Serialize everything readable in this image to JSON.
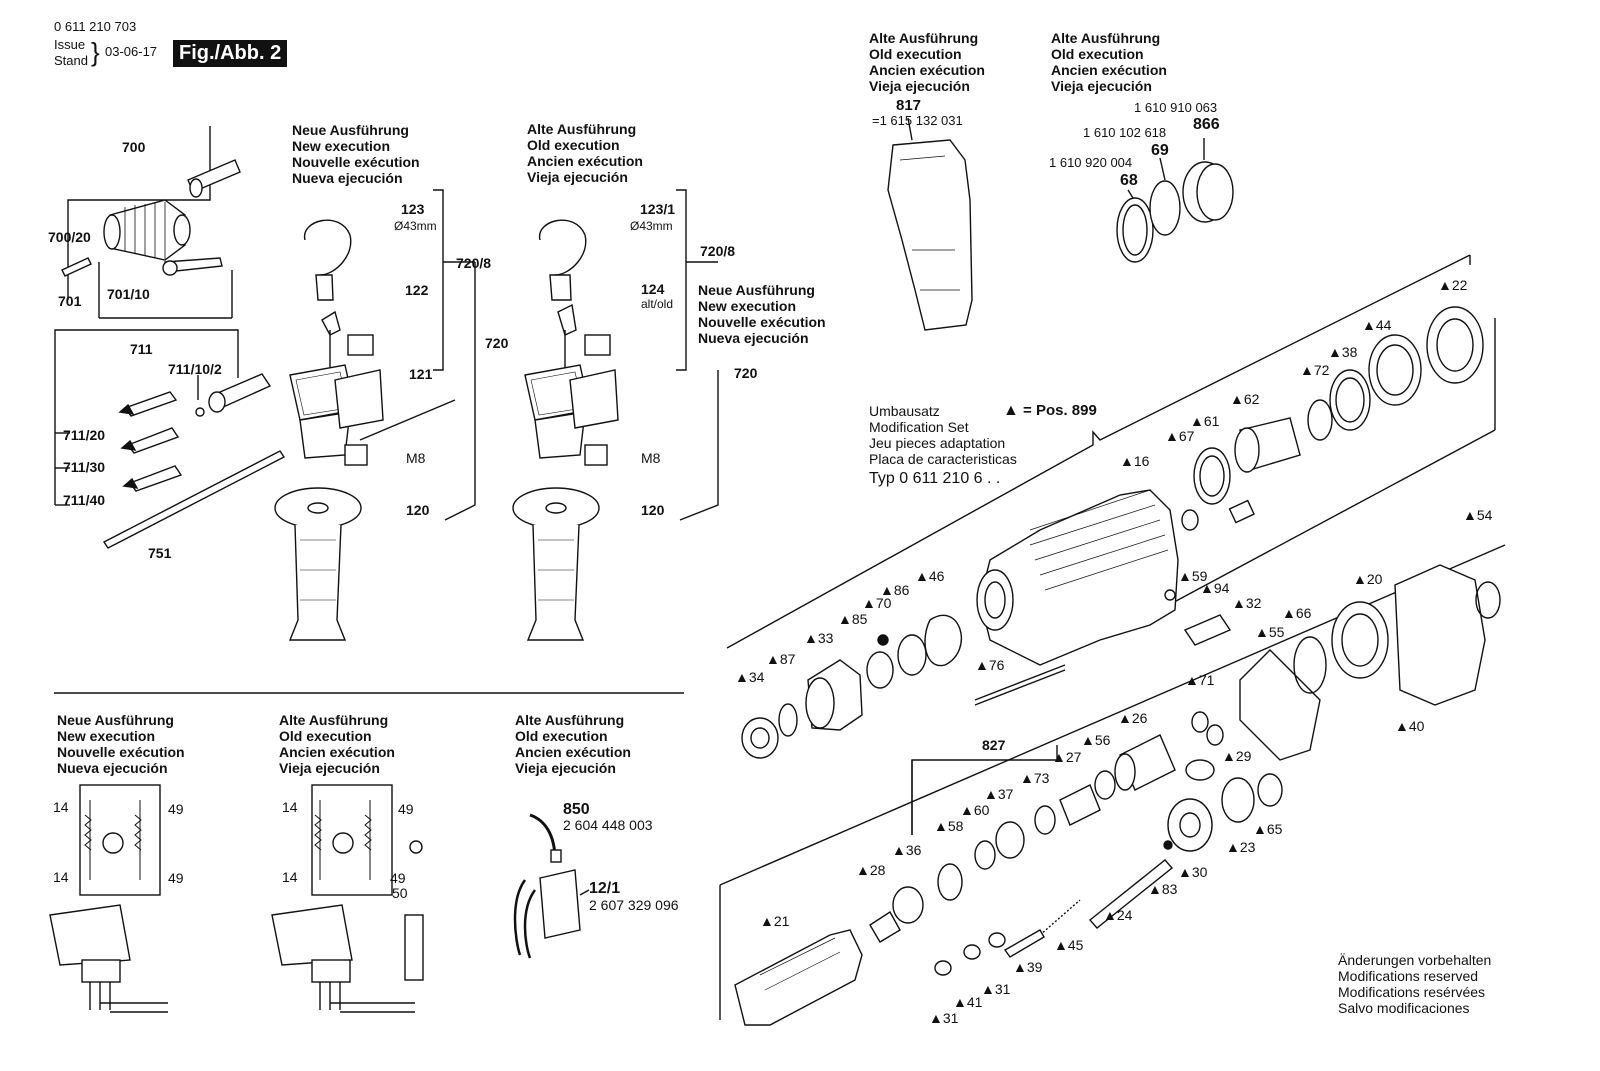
{
  "header": {
    "doc_number": "0 611 210 703",
    "issue_label": "Issue",
    "stand_label": "Stand",
    "date": "03-06-17",
    "figure": "Fig./Abb. 2"
  },
  "execution_labels": {
    "new": [
      "Neue Ausführung",
      "New execution",
      "Nouvelle exécution",
      "Nueva ejecución"
    ],
    "old": [
      "Alte Ausführung",
      "Old execution",
      "Ancien exécution",
      "Vieja ejecución"
    ]
  },
  "modification_set": {
    "lines": [
      "Umbausatz",
      "Modification Set",
      "Jeu pieces adaptation",
      "Placa de caracteristicas"
    ],
    "type": "Typ 0 611 210 6 . .",
    "marker_text": "= Pos. 899"
  },
  "footer_note": [
    "Änderungen vorbehalten",
    "Modifications reserved",
    "Modifications resérvées",
    "Salvo modificaciones"
  ],
  "part_numbers": {
    "p817": "817",
    "p817_num": "=1 615 132 031",
    "p866": "866",
    "p866_num": "1 610 910 063",
    "p69": "69",
    "p69_num": "1 610 102 618",
    "p68": "68",
    "p68_num": "1 610 920 004",
    "p850": "850",
    "p850_num": "2 604 448 003",
    "p12_1": "12/1",
    "p12_1_num": "2 607 329 096"
  },
  "chuck_labels": [
    "700",
    "700/20",
    "701",
    "701/10"
  ],
  "bit_labels": [
    "711",
    "711/10/2",
    "711/20",
    "711/30",
    "711/40",
    "751"
  ],
  "handle_new_labels": [
    "123",
    "Ø43mm",
    "122",
    "121",
    "M8",
    "120",
    "720/8",
    "720"
  ],
  "handle_old_labels": [
    "123/1",
    "Ø43mm",
    "124",
    "alt/old",
    "M8",
    "120",
    "720/8",
    "720"
  ],
  "wiring_labels": [
    "14",
    "49",
    "14",
    "49",
    "50"
  ],
  "hammer_parts": [
    "22",
    "44",
    "38",
    "72",
    "62",
    "61",
    "67",
    "16",
    "46",
    "86",
    "70",
    "85",
    "33",
    "87",
    "34",
    "59",
    "94",
    "32",
    "76",
    "54",
    "20",
    "66",
    "55",
    "71",
    "40",
    "29",
    "26",
    "56",
    "27",
    "827",
    "73",
    "37",
    "60",
    "58",
    "36",
    "28",
    "21",
    "65",
    "23",
    "30",
    "83",
    "24",
    "45",
    "39",
    "31",
    "41",
    "31"
  ],
  "colors": {
    "ink": "#111111",
    "paper": "#ffffff",
    "label_bg": "#111111"
  }
}
